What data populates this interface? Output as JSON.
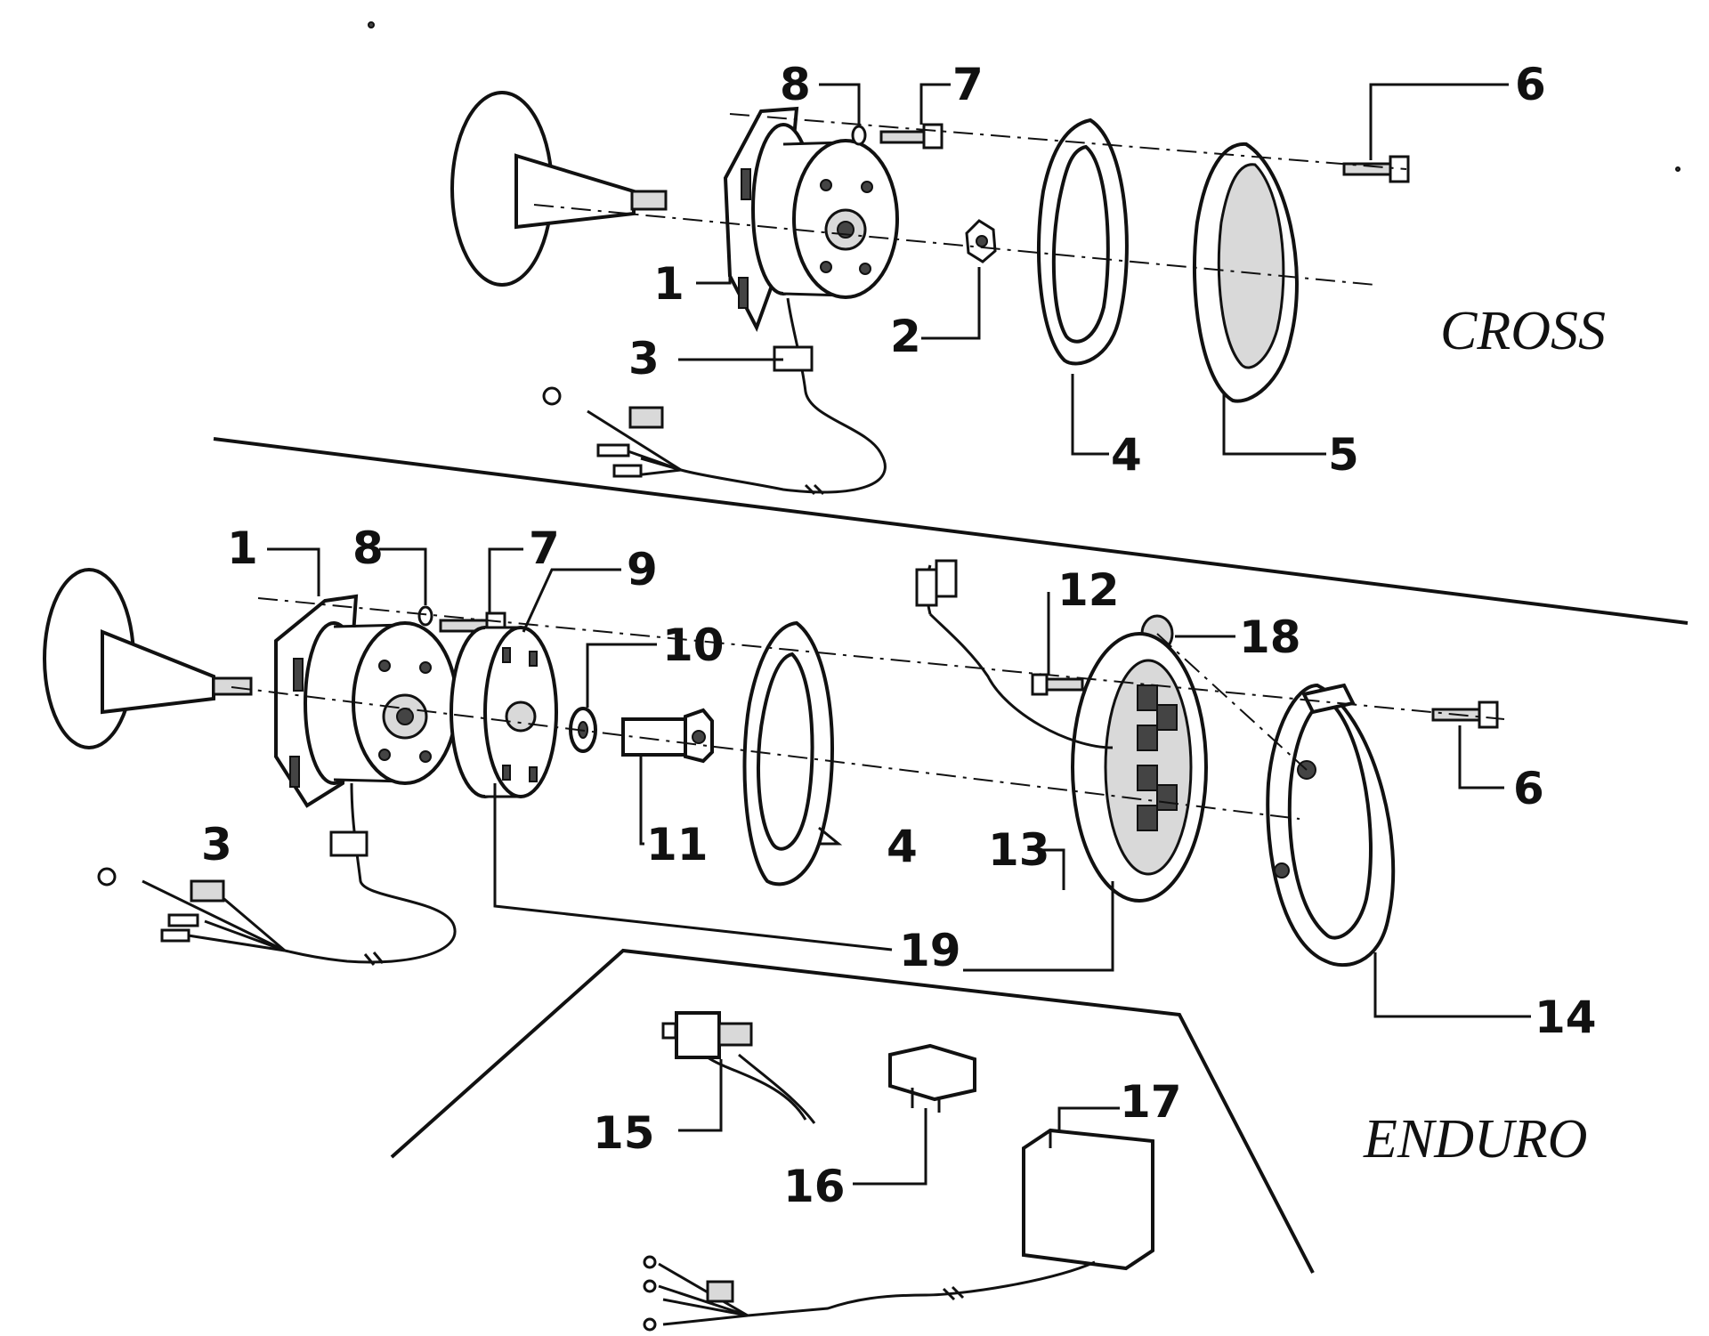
{
  "sections": {
    "cross": "CROSS",
    "enduro": "ENDURO"
  },
  "callouts": {
    "cross": [
      "1",
      "2",
      "3",
      "4",
      "5",
      "6",
      "7",
      "8"
    ],
    "enduro": [
      "1",
      "3",
      "4",
      "6",
      "7",
      "8",
      "9",
      "10",
      "11",
      "12",
      "13",
      "14",
      "15",
      "16",
      "17",
      "18",
      "19"
    ]
  }
}
